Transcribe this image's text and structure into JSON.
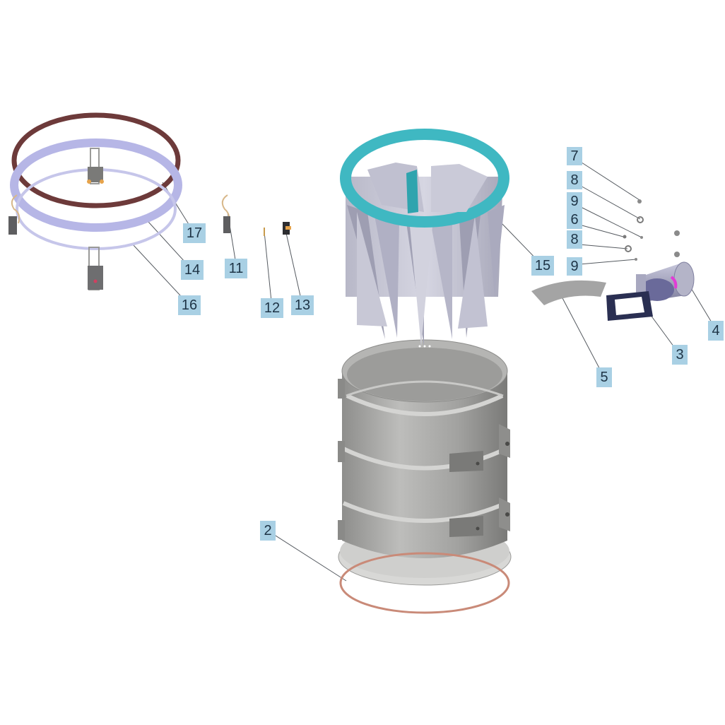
{
  "diagram": {
    "callouts": [
      {
        "id": "c7a",
        "label": "7"
      },
      {
        "id": "c8a",
        "label": "8"
      },
      {
        "id": "c9a",
        "label": "9"
      },
      {
        "id": "c6",
        "label": "6"
      },
      {
        "id": "c8b",
        "label": "8"
      },
      {
        "id": "c9b",
        "label": "9"
      },
      {
        "id": "c4",
        "label": "4"
      },
      {
        "id": "c3",
        "label": "3"
      },
      {
        "id": "c5",
        "label": "5"
      },
      {
        "id": "c15",
        "label": "15"
      },
      {
        "id": "c17",
        "label": "17"
      },
      {
        "id": "c14",
        "label": "14"
      },
      {
        "id": "c16",
        "label": "16"
      },
      {
        "id": "c11",
        "label": "11"
      },
      {
        "id": "c12",
        "label": "12"
      },
      {
        "id": "c13",
        "label": "13"
      },
      {
        "id": "c2",
        "label": "2"
      }
    ],
    "colors": {
      "callout_fill": "#a9d0e4",
      "callout_text": "#1e3446",
      "leader_line": "#555a60",
      "drum_body": "#a9a9a7",
      "filter_ring": "#3fb8c2",
      "filter_fins": "#c4c4d4",
      "gasket_red": "#6d3a3a",
      "ring_lavender": "#b6b6e6",
      "bottom_ring": "#c98a78",
      "flange_dark": "#2a2f52",
      "inlet_pipe": "#9a9ab8",
      "accent_magenta": "#e23bd6"
    }
  }
}
